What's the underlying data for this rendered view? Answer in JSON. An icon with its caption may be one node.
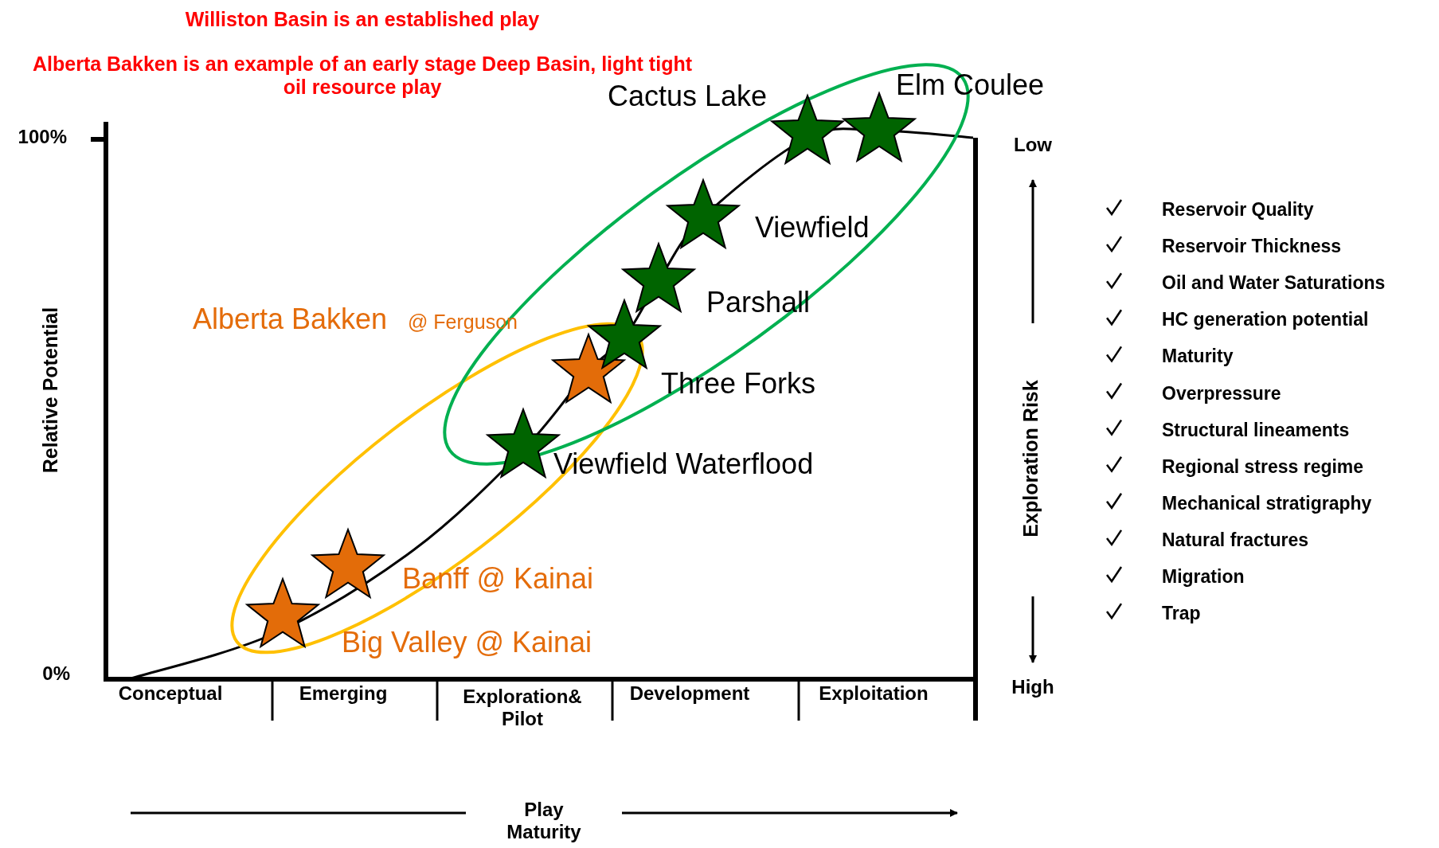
{
  "diagram": {
    "labels": [
      "Williston Basin is an established play",
      "Alberta Bakken is an example of an early stage Deep Basin, light tight oil resource play",
      "100%",
      "0%",
      "Relative Potential",
      "Cactus Lake",
      "Elm Coulee",
      "Viewfield",
      "Parshall",
      "Three Forks",
      "Viewfield Waterflood",
      "Alberta Bakken",
      "@ Ferguson",
      "Banff @ Kainai",
      "Big Valley @ Kainai",
      "Conceptual",
      "Emerging",
      "Exploration& Pilot",
      "Development",
      "Exploitation",
      "Low",
      "Exploration Risk",
      "High",
      "Reservoir Quality",
      "Reservoir Thickness",
      "Oil and Water Saturations",
      "HC generation potential",
      "Maturity",
      "Overpressure",
      "Structural lineaments",
      "Regional stress regime",
      "Mechanical stratigraphy",
      "Natural fractures",
      "Migration",
      "Trap",
      "Play Maturity"
    ]
  }
}
